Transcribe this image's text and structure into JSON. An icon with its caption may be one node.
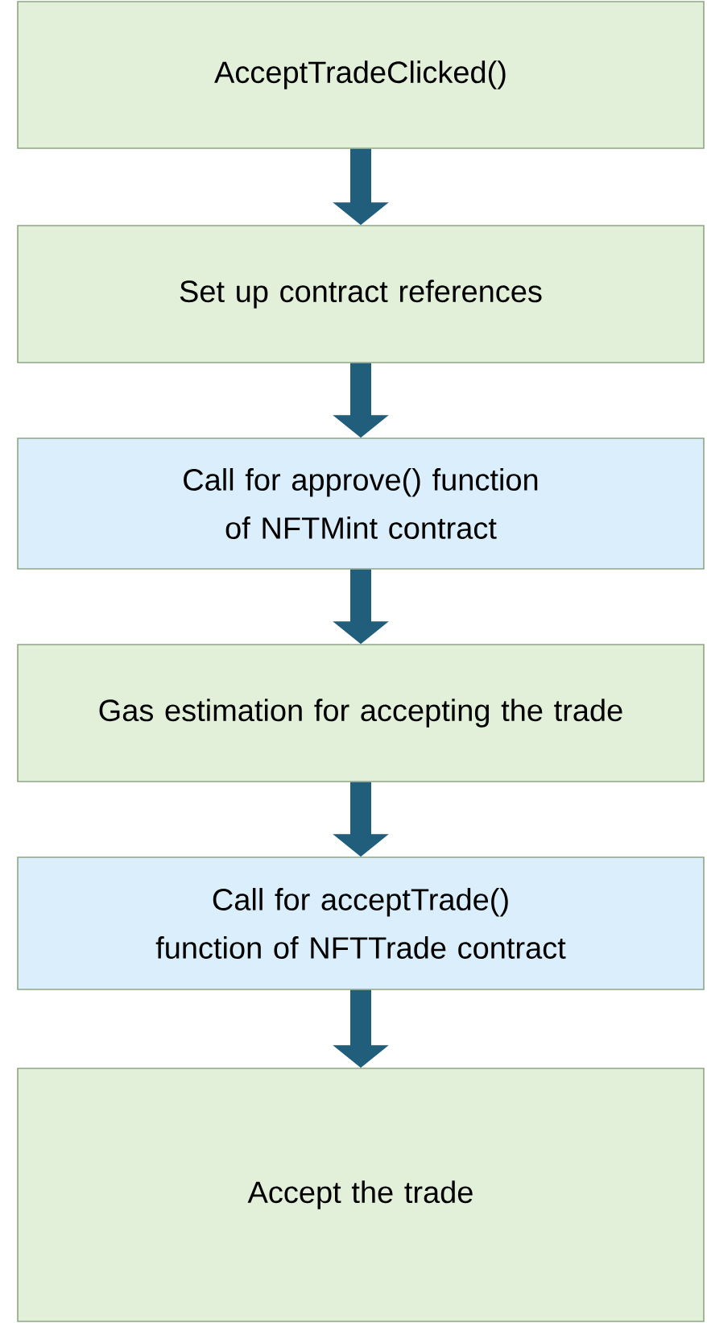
{
  "diagram": {
    "nodes": [
      {
        "text": [
          "AcceptTradeClicked()"
        ]
      },
      {
        "text": [
          "Set up contract references"
        ]
      },
      {
        "text": [
          "Call for approve() function of NFTMint contract"
        ]
      },
      {
        "text": [
          "Gas estimation for accepting the trade"
        ]
      },
      {
        "text": [
          "Call for acceptTrade() function of NFTTrade contract"
        ]
      },
      {
        "text": [
          "Accept the trade"
        ]
      }
    ],
    "edges": [
      {
        "from": 0,
        "to": 1,
        "arrow": "to"
      },
      {
        "from": 1,
        "to": 2,
        "arrow": "to"
      },
      {
        "from": 2,
        "to": 3,
        "arrow": "to"
      },
      {
        "from": 3,
        "to": 4,
        "arrow": "to"
      },
      {
        "from": 4,
        "to": 5,
        "arrow": "to"
      }
    ]
  }
}
